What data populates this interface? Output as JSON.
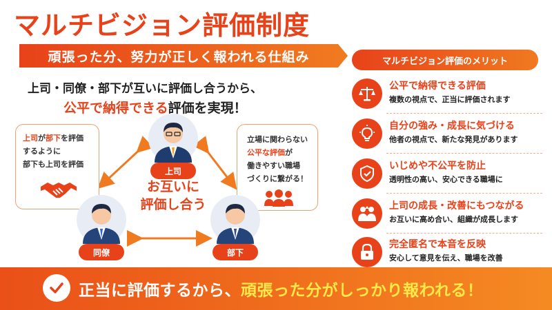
{
  "title": "マルチビジョン評価制度",
  "subtitle": "頑張った分、努力が正しく報われる仕組み",
  "lead": {
    "line1": "上司・同僚・部下が互いに評価し合うから、",
    "line2_highlight": "公平で納得できる",
    "line2_rest": "評価を実現！"
  },
  "left_bubble": {
    "part1": "上司",
    "part2": "が",
    "part3": "部下",
    "part4": "を評価",
    "line2": "するように",
    "line3": "部下も上司を評価",
    "icon": "handshake-icon"
  },
  "right_bubble": {
    "line1": "立場に関わらない",
    "line2_highlight": "公平な評価",
    "line2_rest": "が",
    "line3": "働きやすい職場",
    "line4": "づくりに繋がる！",
    "icon": "group-icon"
  },
  "roles": {
    "boss": "上司",
    "colleague": "同僚",
    "subordinate": "部下"
  },
  "center_text": {
    "line1": "お互いに",
    "line2": "評価し合う"
  },
  "merits": {
    "header": "マルチビジョン評価のメリット",
    "items": [
      {
        "title": "公平で納得できる評価",
        "desc": "複数の視点で、正当に評価されます",
        "icon": "scale-icon"
      },
      {
        "title": "自分の強み・成長に気づける",
        "desc": "他者の視点で、新たな発見があります",
        "icon": "lightbulb-icon"
      },
      {
        "title": "いじめや不公平を防止",
        "desc": "透明性の高い、安心できる職場に",
        "icon": "shield-check-icon"
      },
      {
        "title": "上司の成長・改善にもつながる",
        "desc": "お互いに高め合い、組織が成長します",
        "icon": "people-up-icon"
      },
      {
        "title": "完全匿名で本音を反映",
        "desc": "安心して意見を伝え、職場を改善",
        "icon": "lock-icon"
      }
    ]
  },
  "footer": {
    "text_white": "正当に評価するから、",
    "text_yellow": "頑張った分がしっかり報われる！",
    "icon": "check-icon"
  },
  "colors": {
    "accent": "#e8421a",
    "accent_light": "#f07a20",
    "highlight_yellow": "#ffe94a"
  }
}
